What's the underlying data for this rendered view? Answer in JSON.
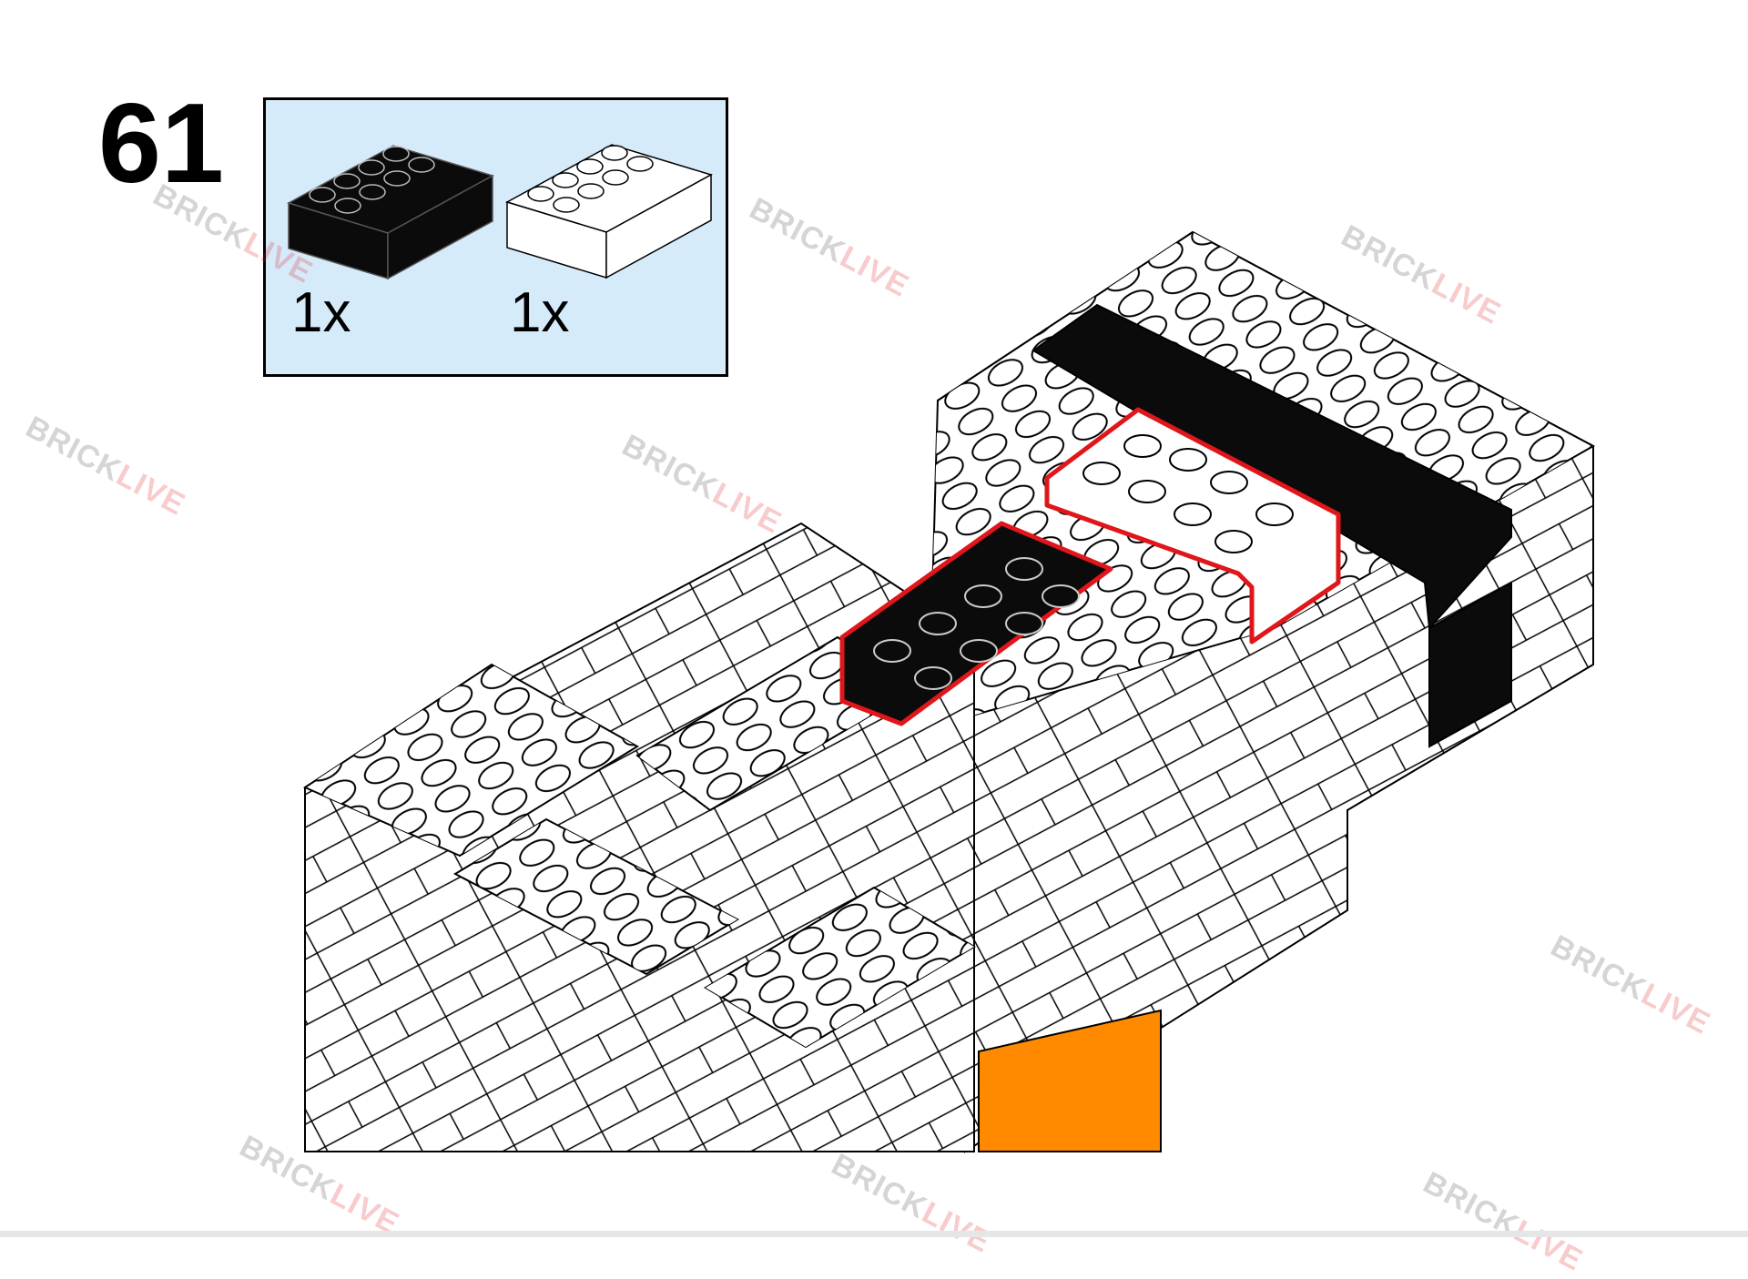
{
  "step": {
    "number": "61"
  },
  "parts": [
    {
      "name": "brick-2x4-black",
      "color": "#0b0b0b",
      "quantity": "1x"
    },
    {
      "name": "brick-2x4-white",
      "color": "#ffffff",
      "quantity": "1x"
    }
  ],
  "colors": {
    "parts_panel": "#d6ebfa",
    "highlight": "#e0161b",
    "orange": "#ff8a00"
  },
  "watermark": {
    "part1": "BRICK",
    "part2": "LIVE"
  }
}
